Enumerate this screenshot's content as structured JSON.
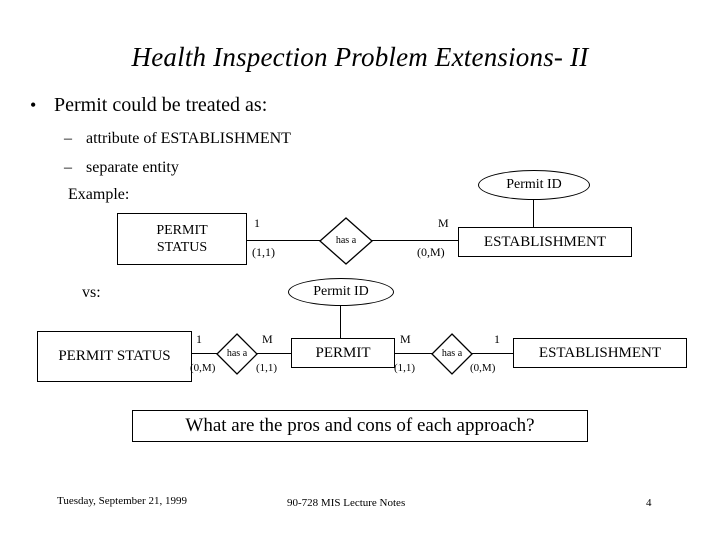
{
  "slide": {
    "title": "Health Inspection Problem Extensions- II",
    "bullets": {
      "level1": "Permit could be treated as:",
      "bullet_char": "•",
      "dash_char": "–",
      "level2": [
        "attribute of ESTABLISHMENT",
        "separate entity"
      ],
      "example_label": "Example:",
      "vs_label": "vs:"
    },
    "diagram_one": {
      "entity_permit_status": "PERMIT\nSTATUS",
      "entity_permit_status_line1": "PERMIT",
      "entity_permit_status_line2": "STATUS",
      "relationship": "has a",
      "entity_establishment": "ESTABLISHMENT",
      "attribute_permit_id": "Permit ID",
      "card_left_max": "1",
      "card_left_minmax": "(1,1)",
      "card_right_max": "M",
      "card_right_minmax": "(0,M)"
    },
    "diagram_two": {
      "entity_permit_status": "PERMIT STATUS",
      "relationship_left": "has a",
      "entity_permit": "PERMIT",
      "relationship_right": "has a",
      "entity_establishment": "ESTABLISHMENT",
      "attribute_permit_id": "Permit ID",
      "card_ps_max": "1",
      "card_ps_minmax": "(0,M)",
      "card_permit_left_max": "M",
      "card_permit_left_minmax": "(1,1)",
      "card_permit_right_max": "M",
      "card_permit_right_minmax": "(1,1)",
      "card_est_max": "1",
      "card_est_minmax": "(0,M)"
    },
    "question": "What are the pros and cons of each approach?",
    "footer": {
      "date": "Tuesday, September 21, 1999",
      "center": "90-728 MIS Lecture Notes",
      "page_number": "4"
    }
  },
  "colors": {
    "background": "#ffffff",
    "ink": "#000000"
  }
}
